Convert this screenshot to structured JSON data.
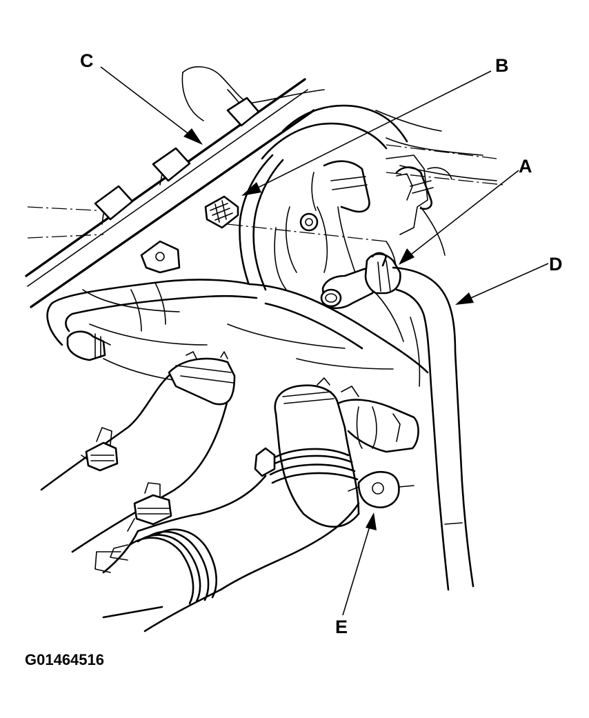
{
  "figure_id": "G01464516",
  "callouts": {
    "a": "A",
    "b": "B",
    "c": "C",
    "d": "D",
    "e": "E"
  },
  "colors": {
    "line": "#000000",
    "background": "#ffffff"
  }
}
